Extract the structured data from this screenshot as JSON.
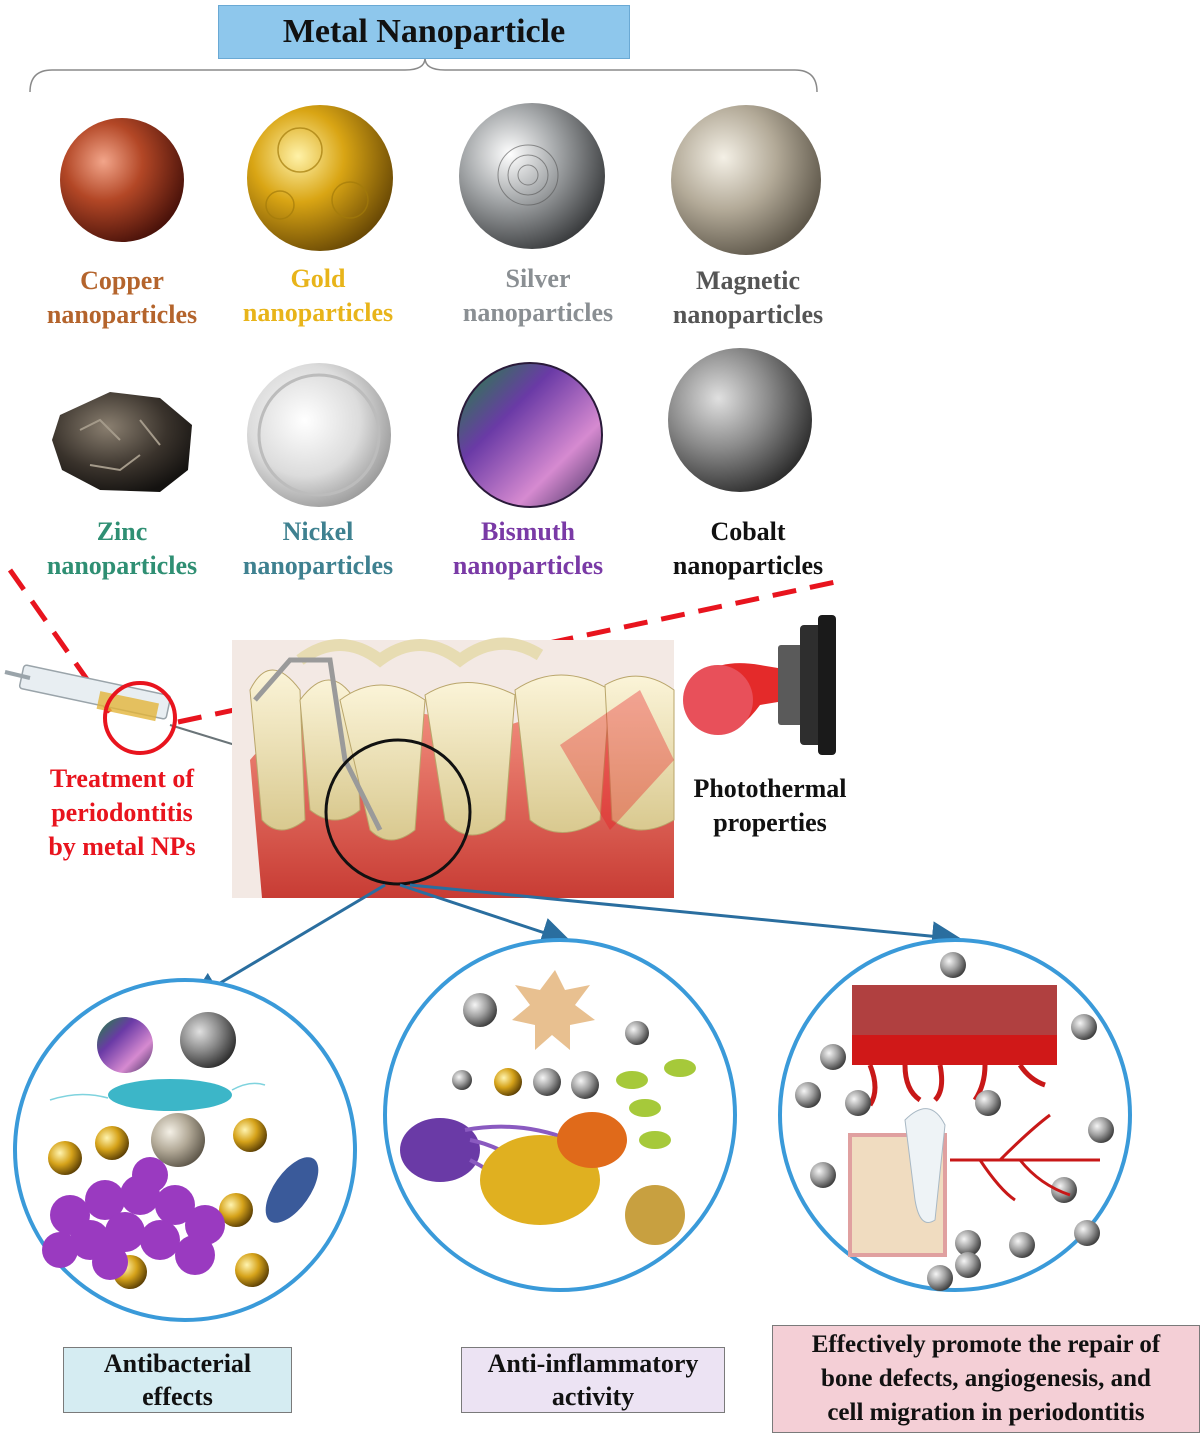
{
  "title": "Metal Nanoparticle",
  "nanoparticles": [
    {
      "line1": "Copper",
      "line2": "nanoparticles",
      "color": "#b4642c"
    },
    {
      "line1": "Gold",
      "line2": "nanoparticles",
      "color": "#e8b41a"
    },
    {
      "line1": "Silver",
      "line2": "nanoparticles",
      "color": "#8a8f93"
    },
    {
      "line1": "Magnetic",
      "line2": "nanoparticles",
      "color": "#555555"
    },
    {
      "line1": "Zinc",
      "line2": "nanoparticles",
      "color": "#2f8f73"
    },
    {
      "line1": "Nickel",
      "line2": "nanoparticles",
      "color": "#3f8190"
    },
    {
      "line1": "Bismuth",
      "line2": "nanoparticles",
      "color": "#7a3aa6"
    },
    {
      "line1": "Cobalt",
      "line2": "nanoparticles",
      "color": "#111111"
    }
  ],
  "treatment": {
    "lines": [
      "Treatment of",
      "periodontitis",
      "by metal NPs"
    ]
  },
  "photothermal": {
    "lines": [
      "Photothermal",
      "properties"
    ]
  },
  "effects": [
    {
      "lines": [
        "Antibacterial",
        "effects"
      ],
      "bg": "#d5ecf2"
    },
    {
      "lines": [
        "Anti-inflammatory",
        "activity"
      ],
      "bg": "#ece3f3"
    },
    {
      "lines": [
        "Effectively promote the repair of",
        "bone defects, angiogenesis, and",
        "cell migration in periodontitis"
      ],
      "bg": "#f4cfd6"
    }
  ],
  "colors": {
    "accent_red": "#e8141e",
    "circle_blue": "#3a9ad9",
    "arrow_blue": "#2a6e9f"
  }
}
